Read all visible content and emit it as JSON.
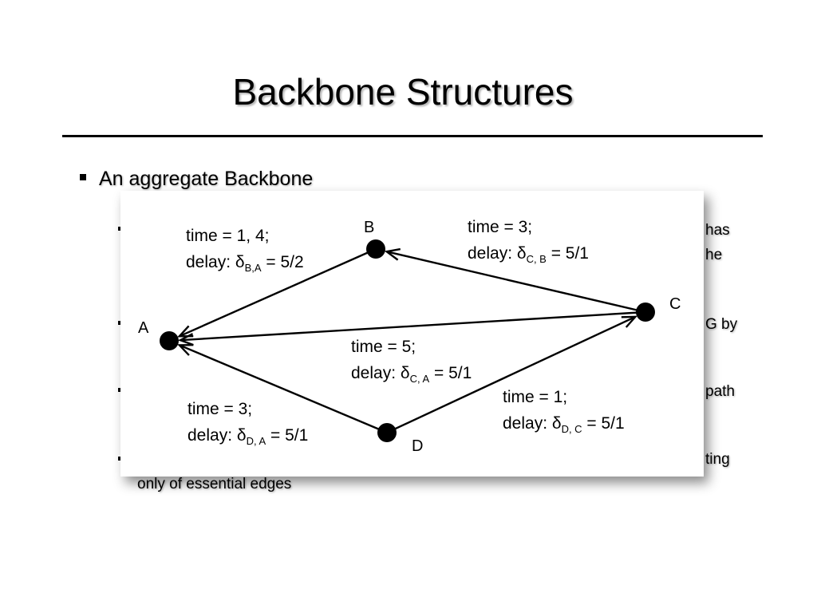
{
  "slide": {
    "title": "Backbone Structures",
    "bullet": "An aggregate Backbone",
    "occluded_fragments": [
      "has",
      "he",
      "G by",
      "path",
      "ting"
    ],
    "last_line": "only of essential edges"
  },
  "diagram": {
    "nodes": [
      {
        "id": "A",
        "label": "A"
      },
      {
        "id": "B",
        "label": "B"
      },
      {
        "id": "C",
        "label": "C"
      },
      {
        "id": "D",
        "label": "D"
      }
    ],
    "edges": [
      {
        "from": "B",
        "to": "A",
        "time": "time = 1, 4;",
        "delay_prefix": "delay: δ",
        "delay_sub": "B,A",
        "delay_value": " = 5/2"
      },
      {
        "from": "C",
        "to": "B",
        "time": "time = 3;",
        "delay_prefix": "delay: δ",
        "delay_sub": "C, B",
        "delay_value": " = 5/1"
      },
      {
        "from": "C",
        "to": "A",
        "time": "time = 5;",
        "delay_prefix": "delay: δ",
        "delay_sub": "C, A",
        "delay_value": " = 5/1"
      },
      {
        "from": "D",
        "to": "A",
        "time": "time = 3;",
        "delay_prefix": "delay: δ",
        "delay_sub": "D, A",
        "delay_value": " = 5/1"
      },
      {
        "from": "D",
        "to": "C",
        "time": "time = 1;",
        "delay_prefix": "delay: δ",
        "delay_sub": "D, C",
        "delay_value": " = 5/1"
      }
    ]
  }
}
